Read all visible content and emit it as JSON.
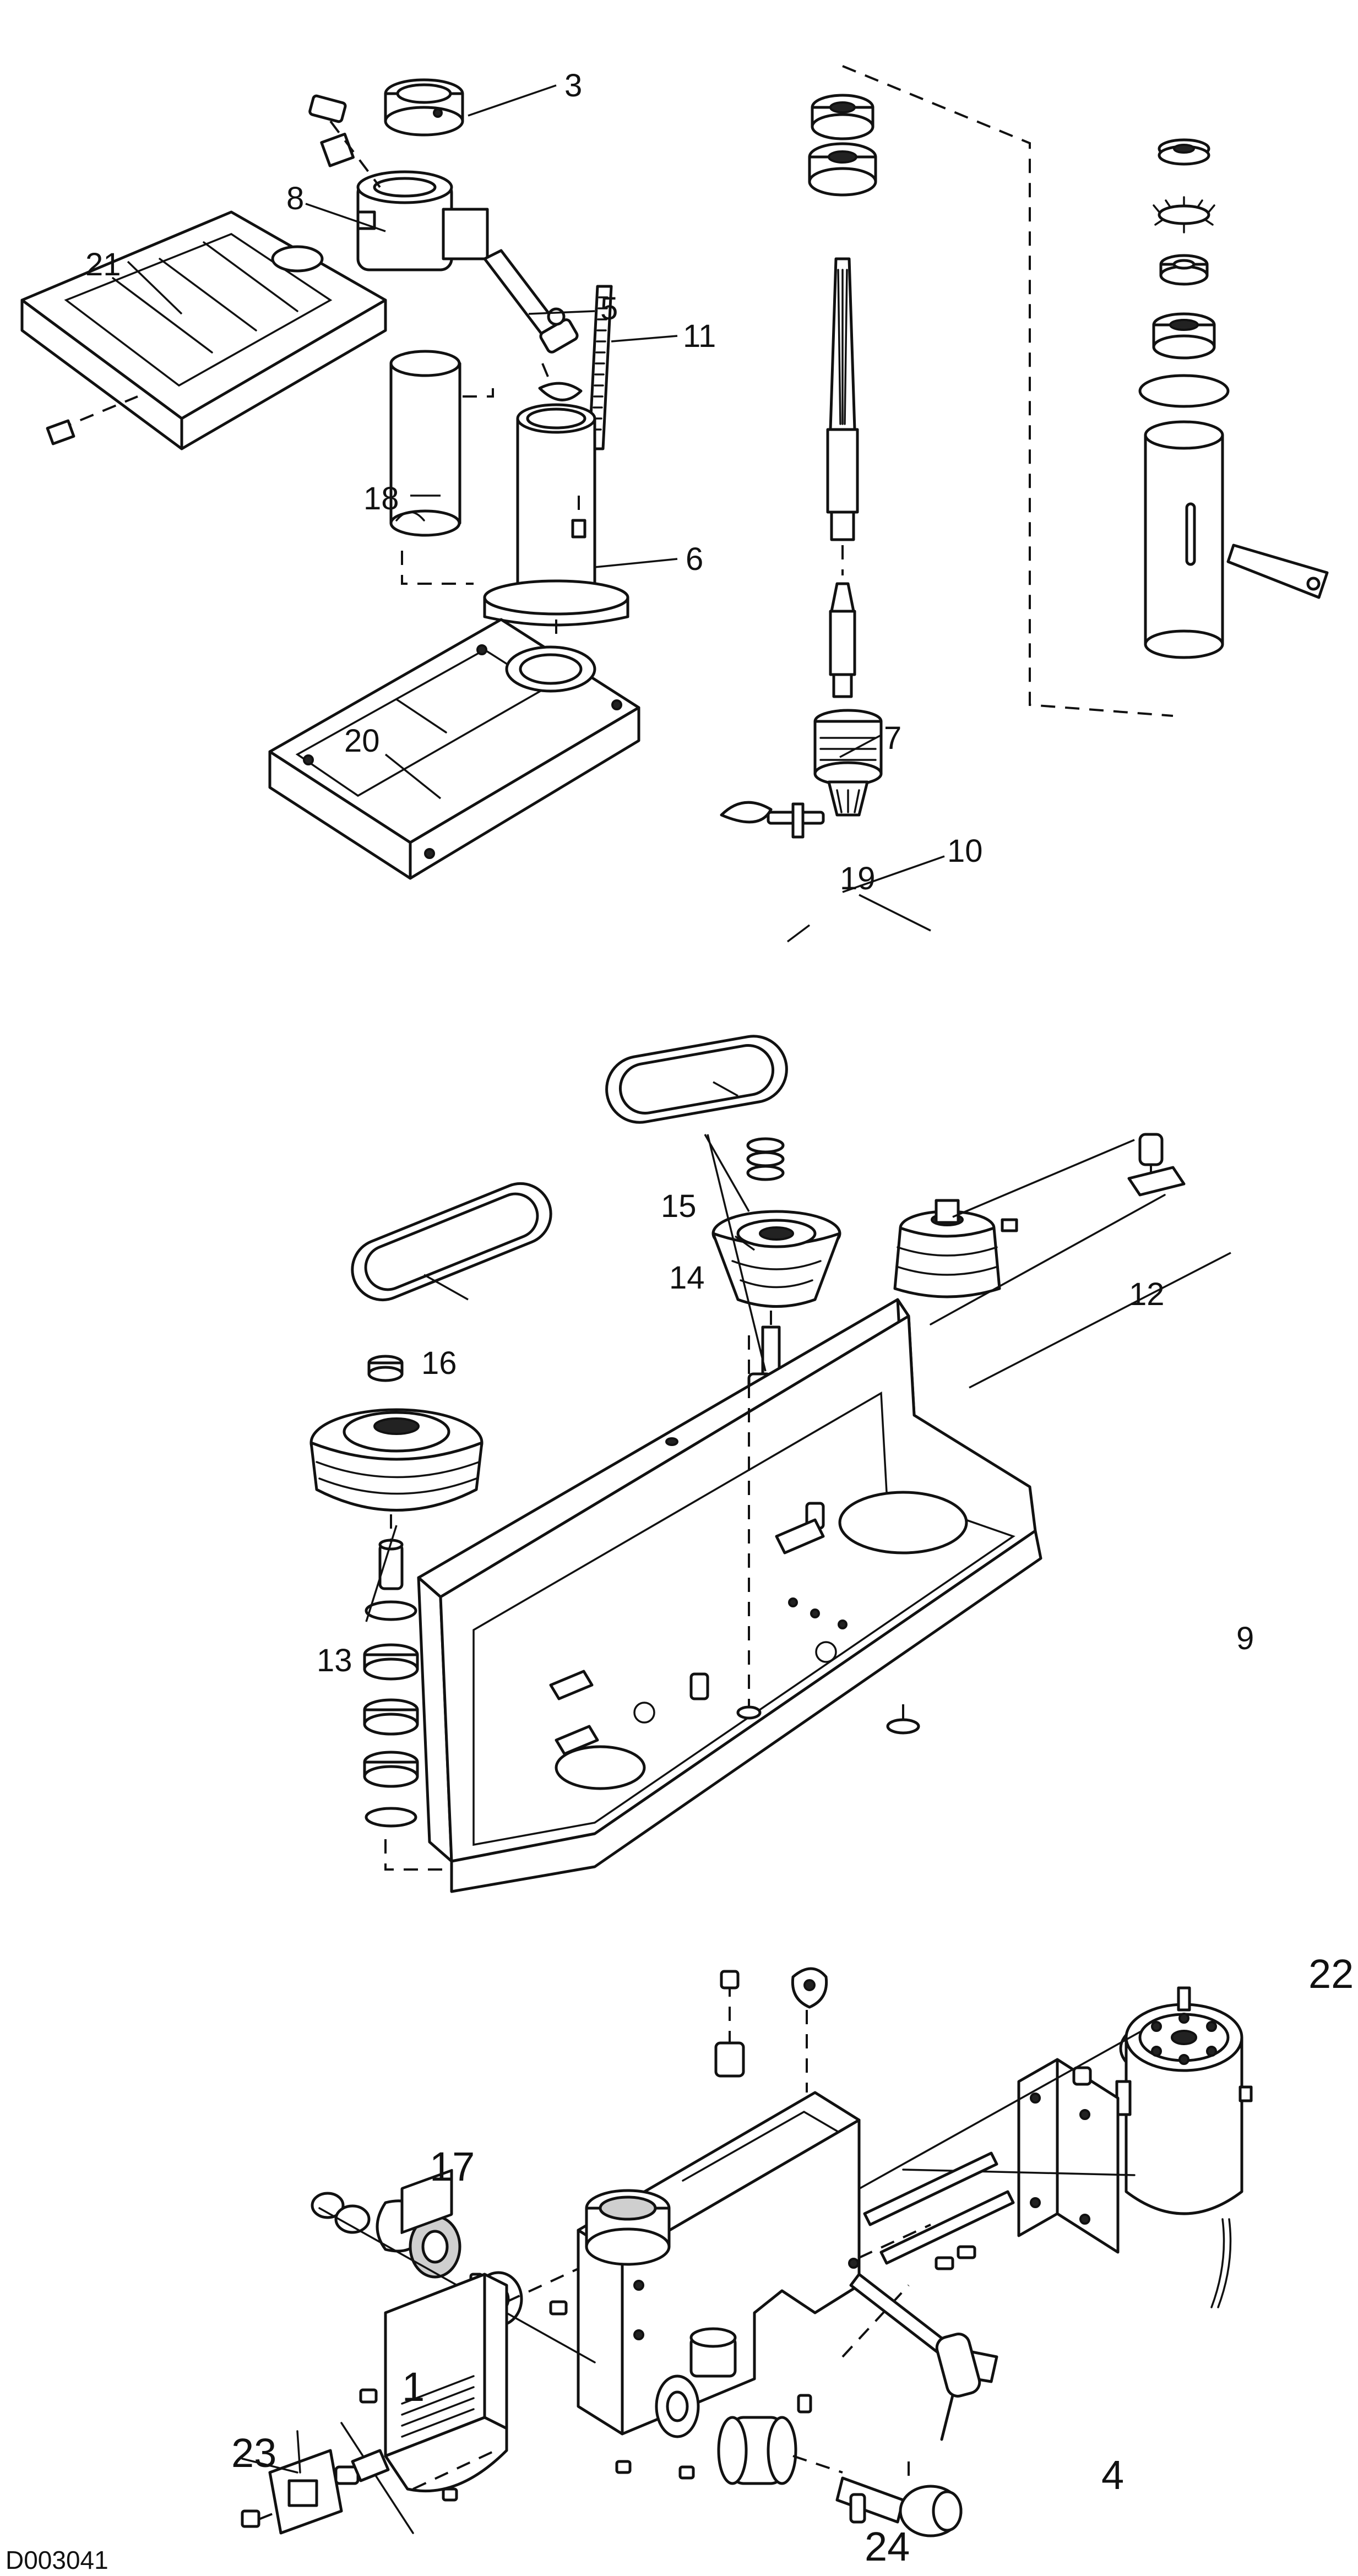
{
  "callouts": {
    "c1": "1",
    "c3": "3",
    "c4": "4",
    "c5": "5",
    "c6": "6",
    "c7": "7",
    "c8": "8",
    "c9": "9",
    "c10": "10",
    "c11": "11",
    "c12": "12",
    "c13": "13",
    "c14": "14",
    "c15": "15",
    "c16": "16",
    "c17": "17",
    "c18": "18",
    "c19": "19",
    "c20": "20",
    "c21": "21",
    "c22": "22",
    "c23": "23",
    "c24": "24"
  },
  "drawing_code": "D003041"
}
